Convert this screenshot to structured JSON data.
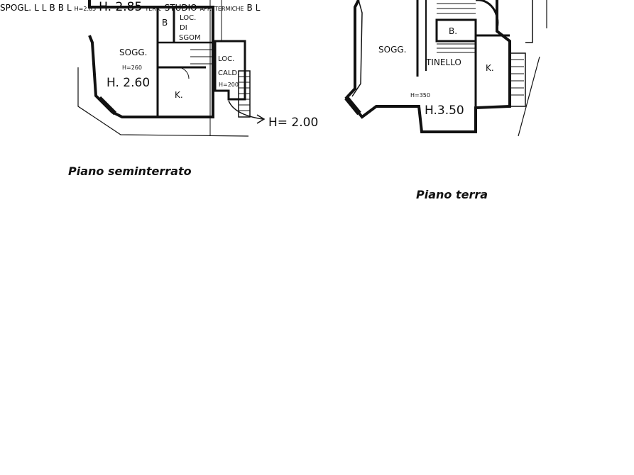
{
  "captions": {
    "seminterrato": "Piano seminterrato",
    "terra": "Piano terra"
  },
  "plan_seminterrato": {
    "rooms": {
      "sogg": "SOGG.",
      "bath": "B",
      "loc_di": "LOC.",
      "loc_di2": "DI",
      "loc_di3": "SGOM",
      "loc_cald": "LOC.",
      "loc_cald2": "CALD.",
      "kitchen": "K."
    },
    "heights": {
      "sogg_small": "H=260",
      "sogg_big": "H. 2.60",
      "cald_small": "H=200",
      "outside": "H= 2.00"
    }
  },
  "plan_terra": {
    "rooms": {
      "sogg": "SOGG.",
      "bath": "B.",
      "tinello": "TINELLO",
      "kitchen": "K."
    },
    "heights": {
      "small": "H=350",
      "big": "H.3.50"
    }
  },
  "plan_primo": {
    "rooms": {
      "spogl": "SPOGL.",
      "l1": "L",
      "l2": "L",
      "b1": "B",
      "b2": "B",
      "l3": "L",
      "terr": "TERR."
    },
    "heights": {
      "small": "H=2.85",
      "big": "H. 2.85"
    }
  },
  "plan_sottotetto": {
    "rooms": {
      "studio": "STUDIO",
      "app": "APP.",
      "app2": "TERMICHE",
      "bath": "B",
      "l": "L"
    }
  }
}
